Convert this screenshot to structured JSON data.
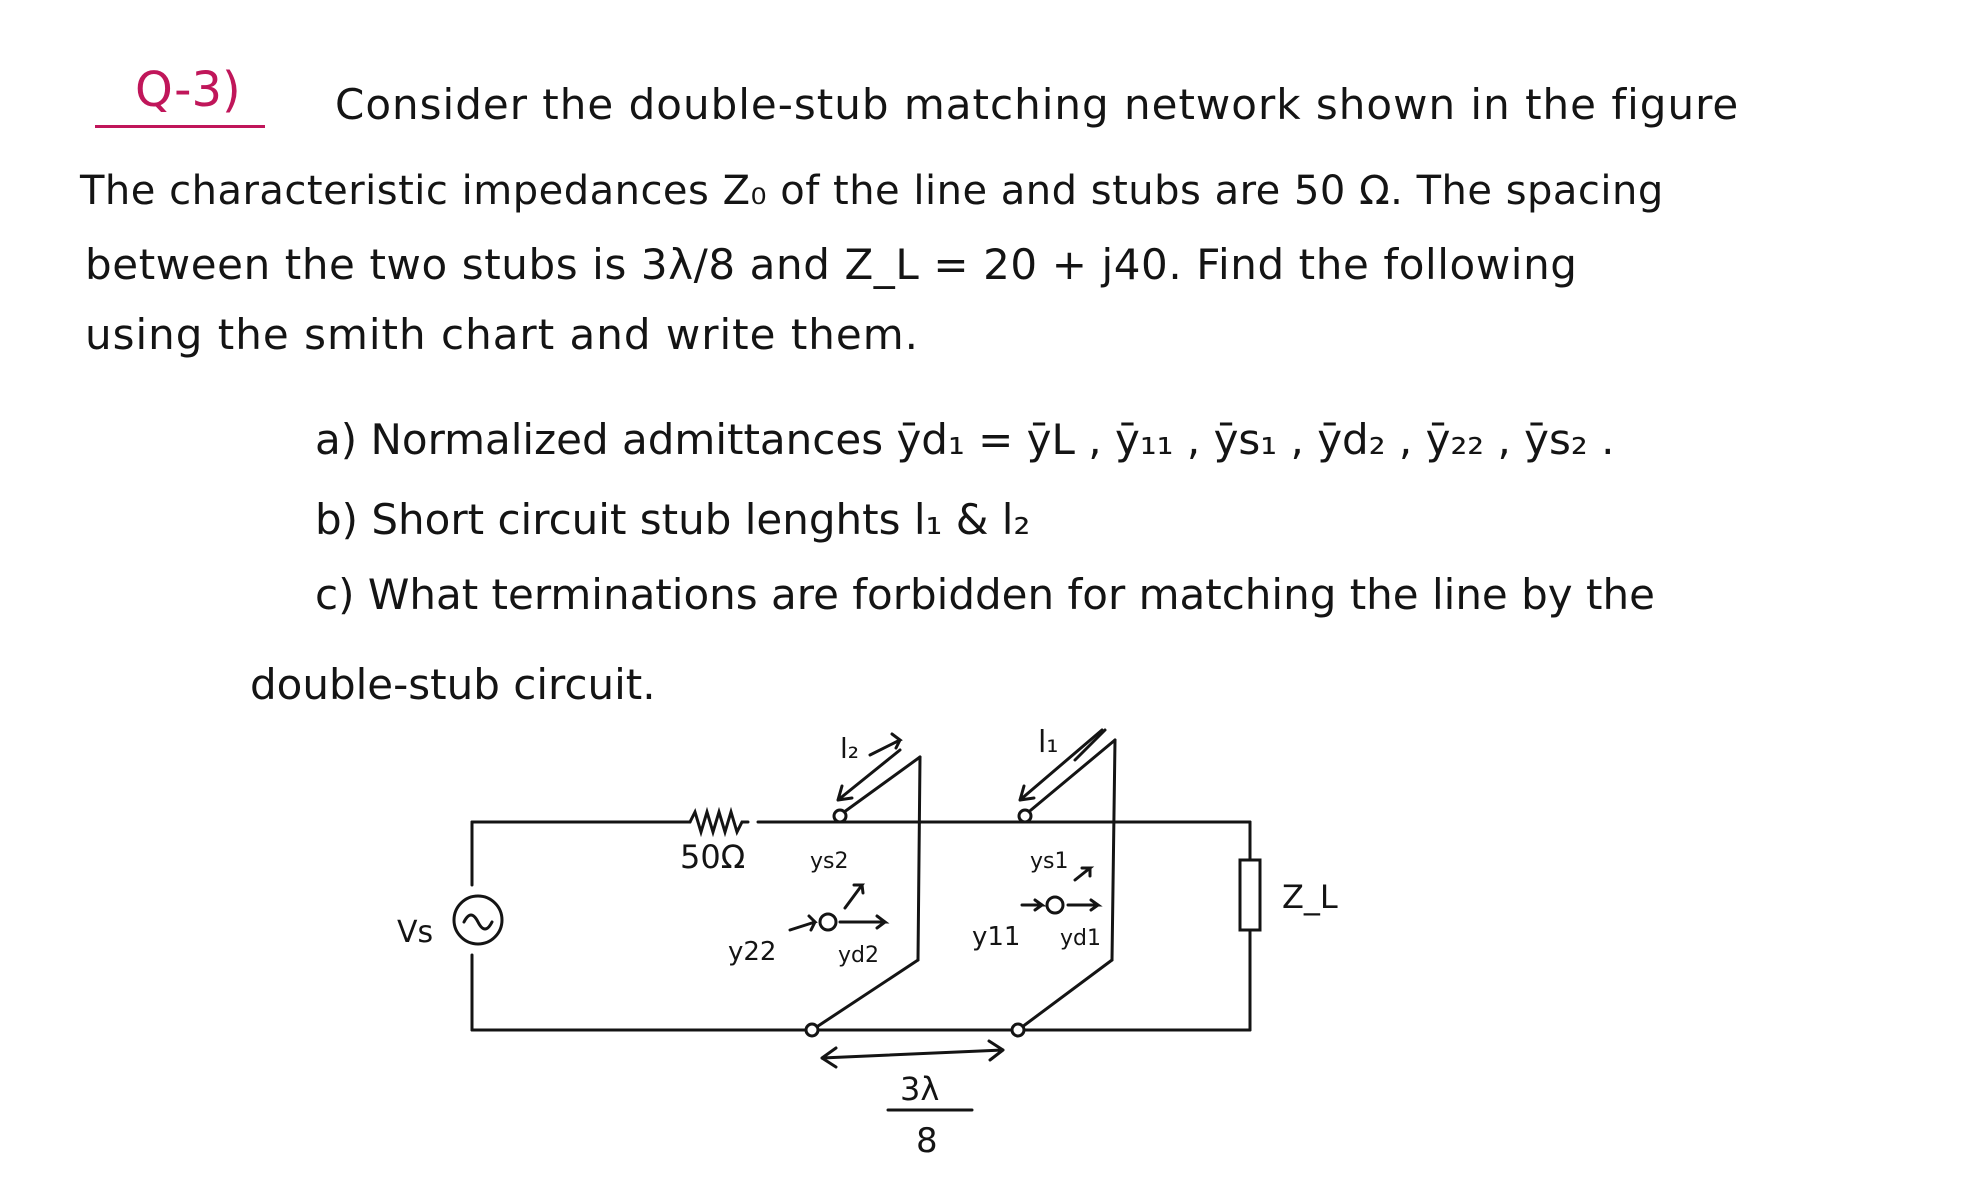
{
  "question": {
    "label": "Q-3)",
    "line1": "Consider the double-stub matching network shown in the figure",
    "line2": "The characteristic impedances Z₀ of the line and stubs are 50 Ω. The spacing",
    "line3": "between the two stubs is 3λ/8 and Z_L = 20 + j40. Find the following",
    "line4": "using the smith chart and write them."
  },
  "items": {
    "a": "a) Normalized admittances ȳd₁ = ȳL , ȳ₁₁ , ȳs₁ , ȳd₂ , ȳ₂₂ , ȳs₂ .",
    "b": "b) Short circuit stub lenghts l₁ & l₂",
    "c": "c) What terminations are forbidden for matching the line by the",
    "c_cont": "double-stub circuit."
  },
  "circuit": {
    "source": "Vs",
    "resistor": "50Ω",
    "load": "Z_L",
    "stub2_length": "l₂",
    "stub1_length": "l₁",
    "ys2": "ys2",
    "y22": "y22",
    "yd2": "yd2",
    "ys1": "ys1",
    "y11": "y11",
    "yd1": "yd1",
    "spacing_num": "3λ",
    "spacing_den": "8"
  },
  "colors": {
    "ink": "#141414",
    "accent": "#c0165a"
  }
}
